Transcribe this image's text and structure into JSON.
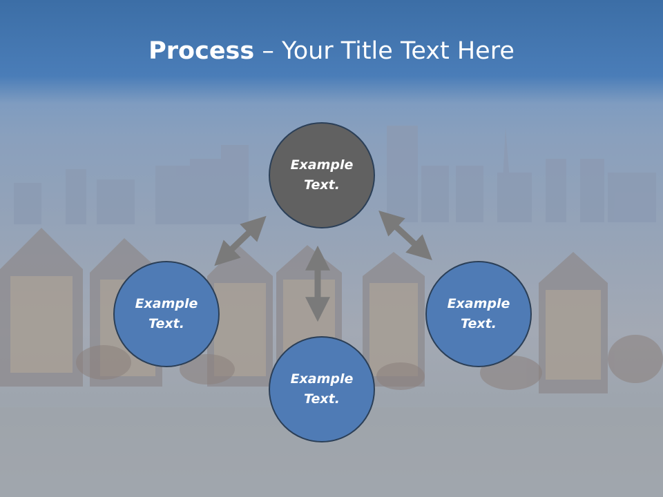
{
  "slide": {
    "title_bold": "Process",
    "title_rest": " – Your Title Text Here"
  },
  "diagram": {
    "nodes": [
      {
        "label": "Example\nText."
      },
      {
        "label": "Example\nText."
      },
      {
        "label": "Example\nText."
      },
      {
        "label": "Example\nText."
      }
    ],
    "colors": {
      "node_blue": "#4f7bb5",
      "node_dark": "#616161",
      "node_border": "#2b3f57",
      "arrow": "#7a7a7a",
      "title_text": "#ffffff"
    }
  }
}
